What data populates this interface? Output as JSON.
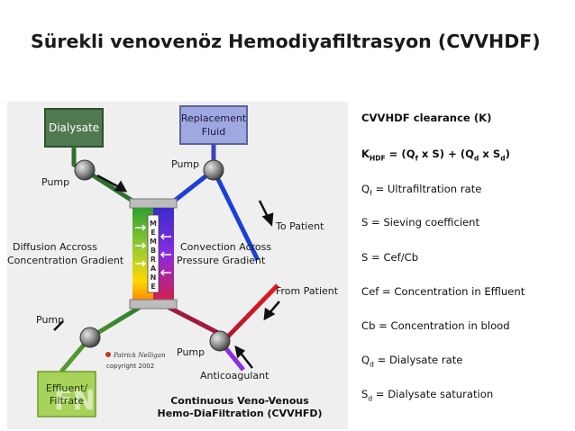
{
  "slide": {
    "title": "Sürekli venovenöz Hemodiyafiltrasyon (CVVHDF)"
  },
  "diagram": {
    "dialysate_label": "Dialysate",
    "replacement_label_line1": "Replacement",
    "replacement_label_line2": "Fluid",
    "pump_labels": [
      "Pump",
      "Pump",
      "Pump",
      "Pump"
    ],
    "to_patient": "To Patient",
    "from_patient": "From Patient",
    "diffusion_line1": "Diffusion Accross",
    "diffusion_line2": "Concentration Gradient",
    "convection_line1": "Convection Across",
    "convection_line2": "Pressure Gradient",
    "membrane_letters": [
      "M",
      "E",
      "M",
      "B",
      "R",
      "A",
      "N",
      "E"
    ],
    "effluent_line1": "Effluent/",
    "effluent_line2": "Filtrate",
    "anticoagulant": "Anticoagulant",
    "signature": "Patrick Nelligan",
    "copyright": "copyright 2002",
    "caption_line1": "Continuous Veno-Venous",
    "caption_line2": "Hemo-DiaFiltration (CVVHFD)",
    "colors": {
      "dialysate_box": "#4f7a4f",
      "replacement_box": "#9fa8e0",
      "effluent_box": "#a8d35a",
      "blue_line": "#1c3fd6",
      "red_line": "#e31b1b",
      "green_line": "#4c8b2b",
      "purple_line": "#8a2be2",
      "pump": "#8a8a8a",
      "panel_bg": "#efefef"
    }
  },
  "formulas": {
    "heading": "CVVHDF clearance (K)",
    "equation": {
      "k": "K",
      "k_sub": "HDF",
      "eq": " = (Q",
      "f_sub": "f",
      "mid": " x S) + (Q",
      "d_sub": "d",
      "x_s": " x S",
      "sd_sub": "d",
      "close": ")"
    },
    "qf": {
      "sym": "Q",
      "sub": "f",
      "text": " = Ultrafiltration rate"
    },
    "sieving": "S = Sieving coefficient",
    "s_ratio": "S = Cef/Cb",
    "cef": "Cef = Concentration in Effluent",
    "cb": "Cb = Concentration in blood",
    "qd": {
      "sym": "Q",
      "sub": "d",
      "text": " = Dialysate rate"
    },
    "sd": {
      "sym": "S",
      "sub": "d",
      "text": " = Dialysate saturation"
    }
  }
}
